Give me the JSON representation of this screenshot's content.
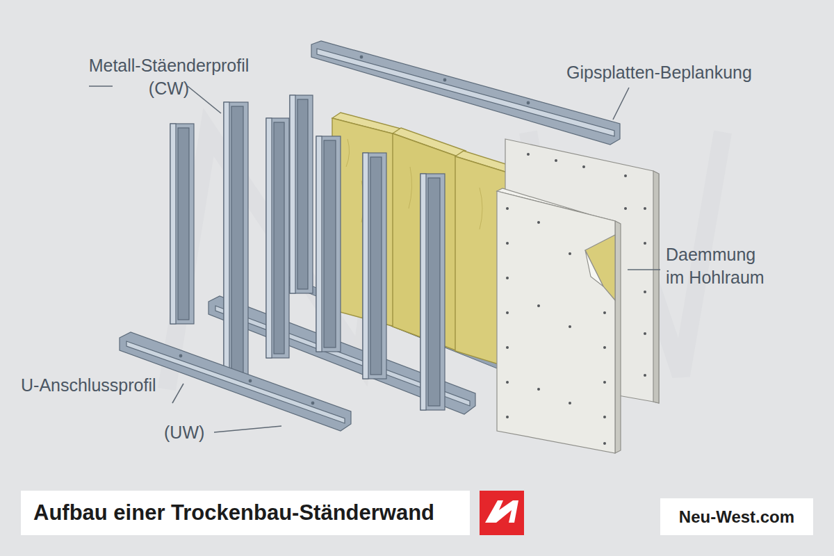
{
  "diagram": {
    "title": "Aufbau einer Trockenbau-Ständerwand",
    "labels": [
      "Metall-Stäenderprofil (CW)",
      "Gipsplatten-Beplankung",
      "Daemmung im Hohlraum",
      "U-Anschlussprofil",
      "(UW)",
      "Neu-West.com"
    ]
  }
}
